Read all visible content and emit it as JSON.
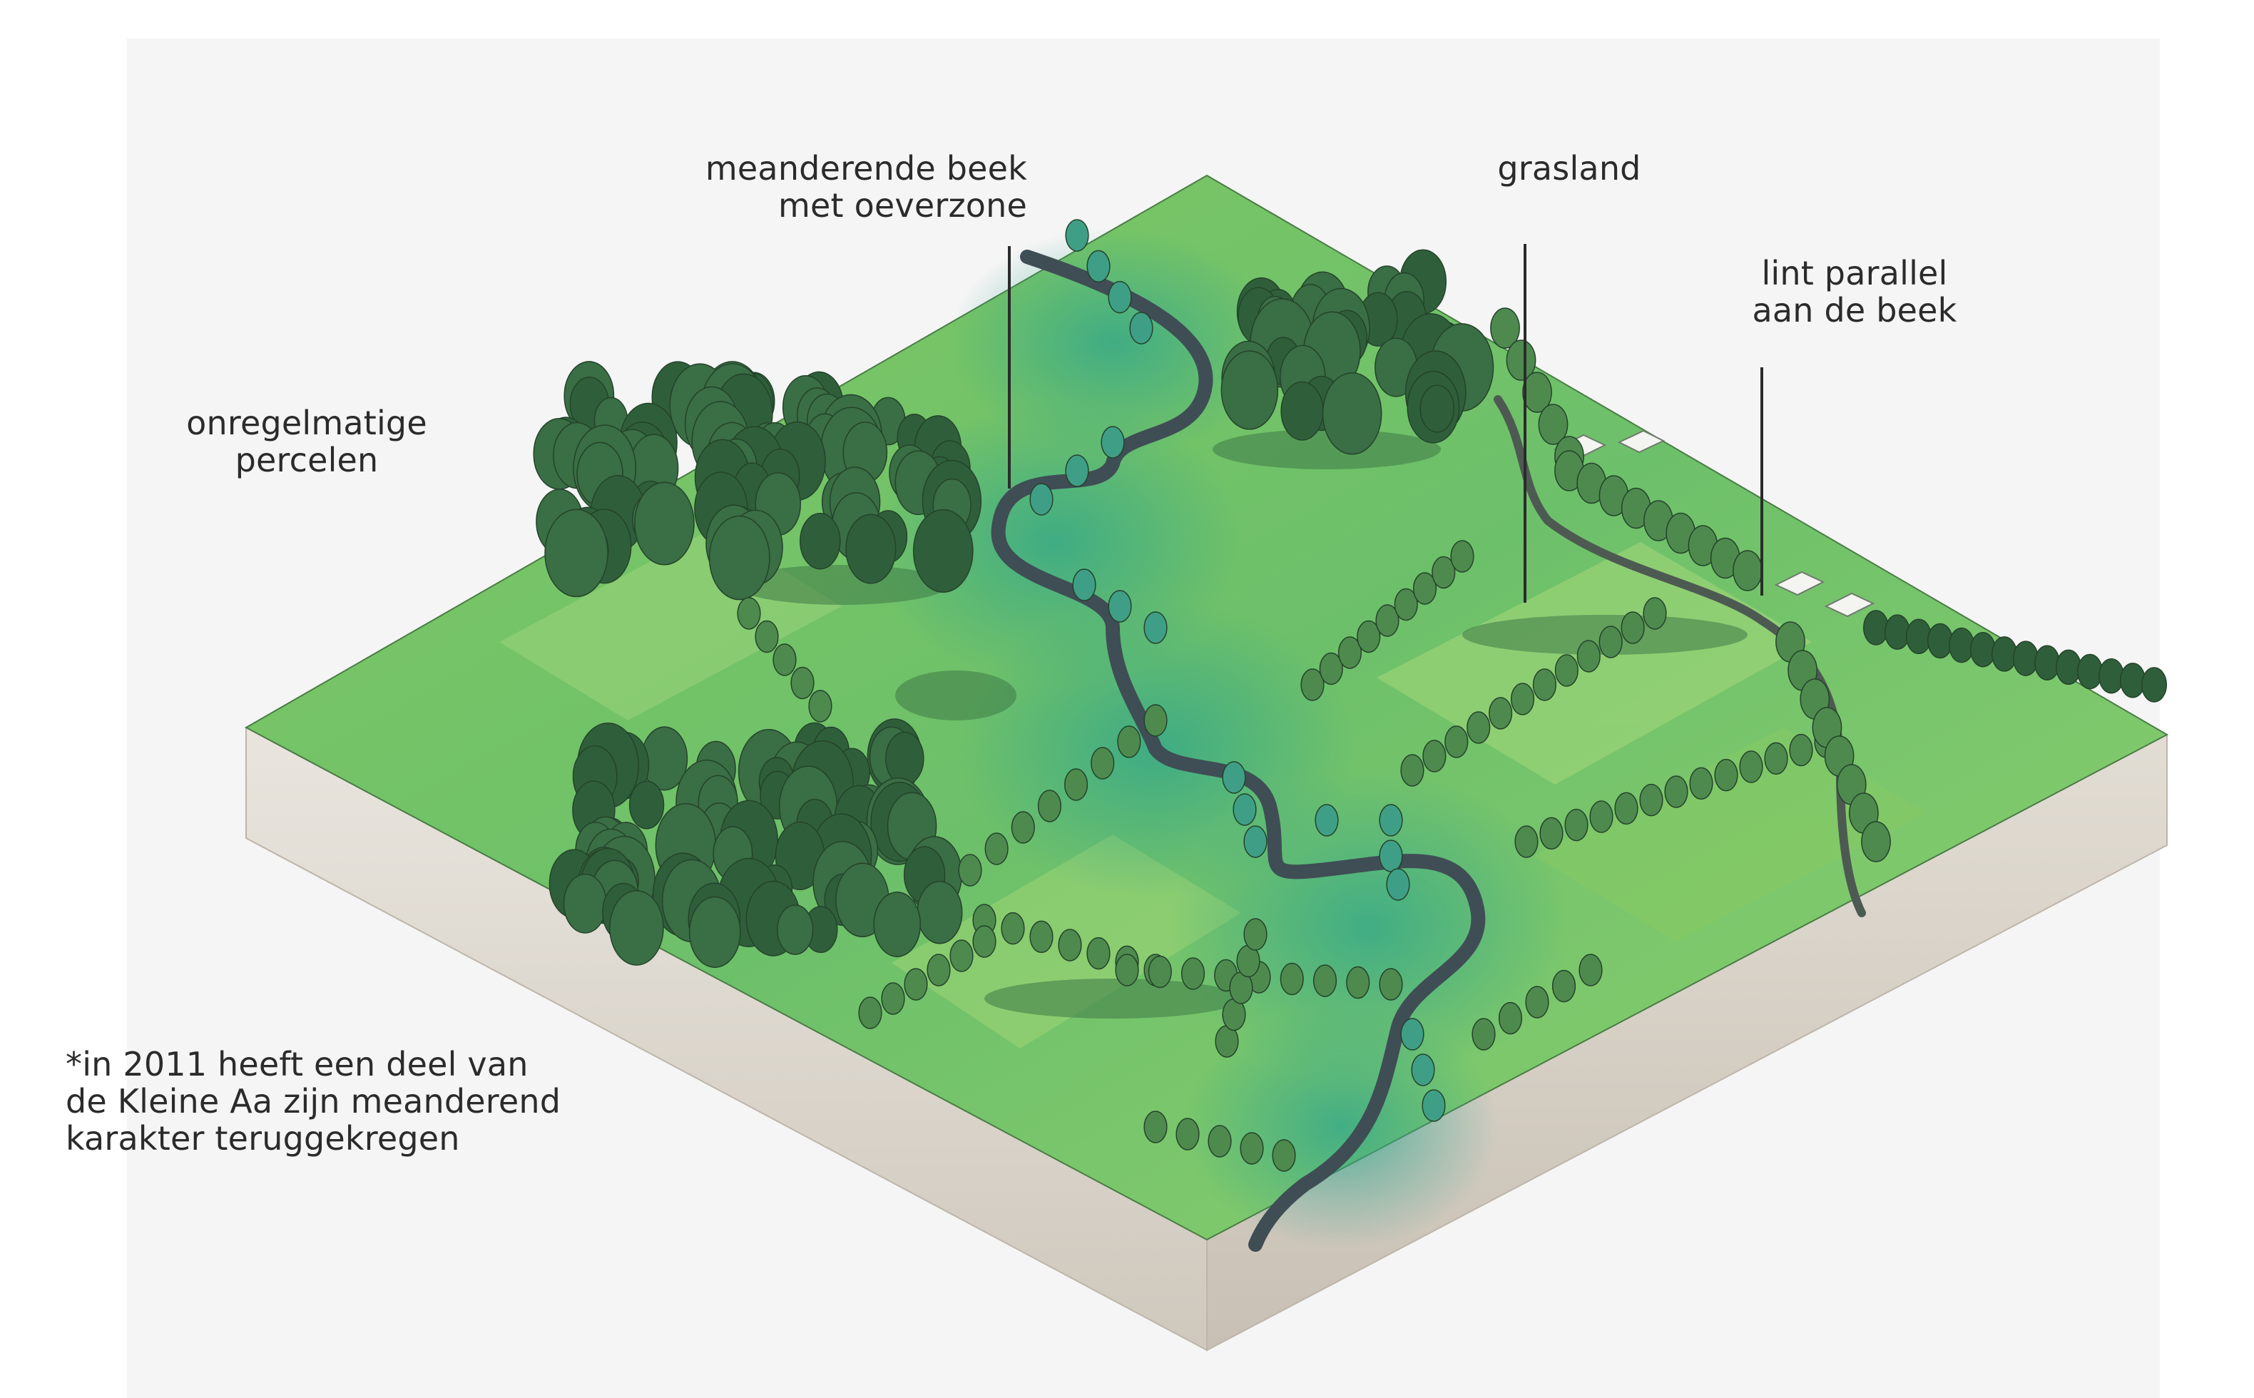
{
  "labels": {
    "meander": "meanderende beek\nmet oeverzone",
    "grasland": "grasland",
    "lint": "lint parallel\naan de beek",
    "onregelmatig": "onregelmatige\npercelen"
  },
  "note": "*in 2011 heeft een deel van\nde Kleine Aa zijn meanderend\nkarakter teruggekregen",
  "colors": {
    "background_panel": "#f5f5f5",
    "grass_light": "#8ccf6a",
    "grass_mid": "#6bbf5c",
    "stream_zone": "#3fae86",
    "stream": "#3f4d55",
    "tree_dark": "#2f5f3a",
    "tree_mid": "#4e8a4e",
    "tree_teal": "#3f9f86",
    "soil": "#d8d2c8"
  }
}
